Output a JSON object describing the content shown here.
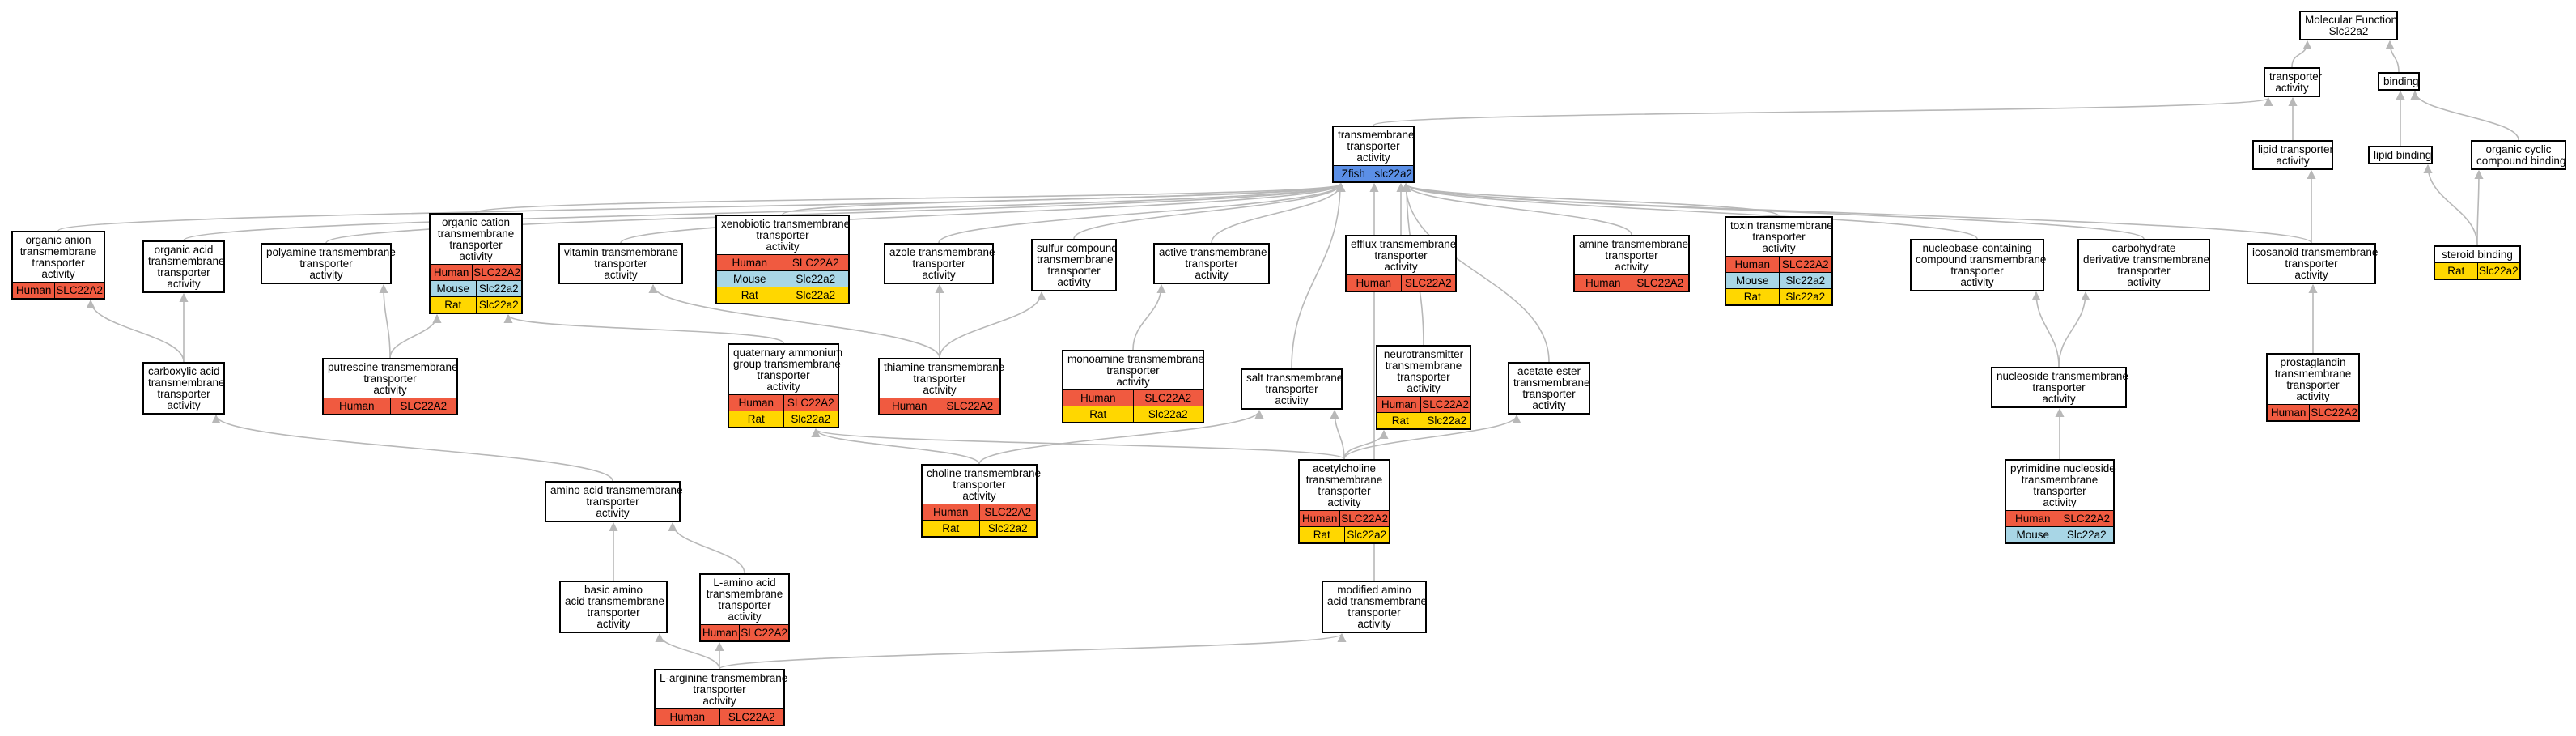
{
  "colors": {
    "Human": "#f05a40",
    "Mouse": "#a8d6e6",
    "Rat": "#ffd700",
    "Zfish": "#5b8fe6",
    "edge": "#b8b8b8"
  },
  "nodes": [
    {
      "id": "mf",
      "label": [
        "Molecular Function",
        "Slc22a2"
      ]
    },
    {
      "id": "ta",
      "label": [
        "transporter",
        "activity"
      ]
    },
    {
      "id": "bind",
      "label": [
        "binding"
      ]
    },
    {
      "id": "tta",
      "label": [
        "transmembrane",
        "transporter",
        "activity"
      ],
      "rows": [
        [
          "Zfish",
          "slc22a2"
        ]
      ]
    },
    {
      "id": "lta",
      "label": [
        "lipid transporter",
        "activity"
      ]
    },
    {
      "id": "lb",
      "label": [
        "lipid binding"
      ]
    },
    {
      "id": "occb",
      "label": [
        "organic cyclic",
        "compound binding"
      ]
    },
    {
      "id": "oan",
      "label": [
        "organic anion",
        "transmembrane",
        "transporter",
        "activity"
      ],
      "rows": [
        [
          "Human",
          "SLC22A2"
        ]
      ]
    },
    {
      "id": "oac",
      "label": [
        "organic acid",
        "transmembrane",
        "transporter",
        "activity"
      ]
    },
    {
      "id": "poly",
      "label": [
        "polyamine transmembrane",
        "transporter",
        "activity"
      ]
    },
    {
      "id": "oca",
      "label": [
        "organic cation",
        "transmembrane",
        "transporter",
        "activity"
      ],
      "rows": [
        [
          "Human",
          "SLC22A2"
        ],
        [
          "Mouse",
          "Slc22a2"
        ],
        [
          "Rat",
          "Slc22a2"
        ]
      ]
    },
    {
      "id": "vit",
      "label": [
        "vitamin transmembrane",
        "transporter",
        "activity"
      ]
    },
    {
      "id": "xen",
      "label": [
        "xenobiotic transmembrane",
        "transporter",
        "activity"
      ],
      "rows": [
        [
          "Human",
          "SLC22A2"
        ],
        [
          "Mouse",
          "Slc22a2"
        ],
        [
          "Rat",
          "Slc22a2"
        ]
      ]
    },
    {
      "id": "azo",
      "label": [
        "azole transmembrane",
        "transporter",
        "activity"
      ]
    },
    {
      "id": "sul",
      "label": [
        "sulfur compound",
        "transmembrane",
        "transporter",
        "activity"
      ]
    },
    {
      "id": "act",
      "label": [
        "active transmembrane",
        "transporter",
        "activity"
      ]
    },
    {
      "id": "eff",
      "label": [
        "efflux transmembrane",
        "transporter",
        "activity"
      ],
      "rows": [
        [
          "Human",
          "SLC22A2"
        ]
      ]
    },
    {
      "id": "ami",
      "label": [
        "amine transmembrane",
        "transporter",
        "activity"
      ],
      "rows": [
        [
          "Human",
          "SLC22A2"
        ]
      ]
    },
    {
      "id": "tox",
      "label": [
        "toxin transmembrane",
        "transporter",
        "activity"
      ],
      "rows": [
        [
          "Human",
          "SLC22A2"
        ],
        [
          "Mouse",
          "Slc22a2"
        ],
        [
          "Rat",
          "Slc22a2"
        ]
      ]
    },
    {
      "id": "nbc",
      "label": [
        "nucleobase-containing",
        "compound transmembrane",
        "transporter",
        "activity"
      ]
    },
    {
      "id": "cdt",
      "label": [
        "carbohydrate",
        "derivative transmembrane",
        "transporter",
        "activity"
      ]
    },
    {
      "id": "ico",
      "label": [
        "icosanoid transmembrane",
        "transporter",
        "activity"
      ]
    },
    {
      "id": "ster",
      "label": [
        "steroid binding"
      ],
      "rows": [
        [
          "Rat",
          "Slc22a2"
        ]
      ]
    },
    {
      "id": "carb",
      "label": [
        "carboxylic acid",
        "transmembrane",
        "transporter",
        "activity"
      ]
    },
    {
      "id": "put",
      "label": [
        "putrescine transmembrane",
        "transporter",
        "activity"
      ],
      "rows": [
        [
          "Human",
          "SLC22A2"
        ]
      ]
    },
    {
      "id": "qam",
      "label": [
        "quaternary ammonium",
        "group transmembrane",
        "transporter",
        "activity"
      ],
      "rows": [
        [
          "Human",
          "SLC22A2"
        ],
        [
          "Rat",
          "Slc22a2"
        ]
      ]
    },
    {
      "id": "thi",
      "label": [
        "thiamine transmembrane",
        "transporter",
        "activity"
      ],
      "rows": [
        [
          "Human",
          "SLC22A2"
        ]
      ]
    },
    {
      "id": "mono",
      "label": [
        "monoamine transmembrane",
        "transporter",
        "activity"
      ],
      "rows": [
        [
          "Human",
          "SLC22A2"
        ],
        [
          "Rat",
          "Slc22a2"
        ]
      ]
    },
    {
      "id": "salt",
      "label": [
        "salt transmembrane",
        "transporter",
        "activity"
      ]
    },
    {
      "id": "neu",
      "label": [
        "neurotransmitter",
        "transmembrane",
        "transporter",
        "activity"
      ],
      "rows": [
        [
          "Human",
          "SLC22A2"
        ],
        [
          "Rat",
          "Slc22a2"
        ]
      ]
    },
    {
      "id": "ace",
      "label": [
        "acetate ester",
        "transmembrane",
        "transporter",
        "activity"
      ]
    },
    {
      "id": "nuc",
      "label": [
        "nucleoside transmembrane",
        "transporter",
        "activity"
      ]
    },
    {
      "id": "pro",
      "label": [
        "prostaglandin",
        "transmembrane",
        "transporter",
        "activity"
      ],
      "rows": [
        [
          "Human",
          "SLC22A2"
        ]
      ]
    },
    {
      "id": "aa",
      "label": [
        "amino acid transmembrane",
        "transporter",
        "activity"
      ]
    },
    {
      "id": "cho",
      "label": [
        "choline transmembrane",
        "transporter",
        "activity"
      ],
      "rows": [
        [
          "Human",
          "SLC22A2"
        ],
        [
          "Rat",
          "Slc22a2"
        ]
      ]
    },
    {
      "id": "acc",
      "label": [
        "acetylcholine",
        "transmembrane",
        "transporter",
        "activity"
      ],
      "rows": [
        [
          "Human",
          "SLC22A2"
        ],
        [
          "Rat",
          "Slc22a2"
        ]
      ]
    },
    {
      "id": "pyr",
      "label": [
        "pyrimidine nucleoside",
        "transmembrane",
        "transporter",
        "activity"
      ],
      "rows": [
        [
          "Human",
          "SLC22A2"
        ],
        [
          "Mouse",
          "Slc22a2"
        ]
      ]
    },
    {
      "id": "bas",
      "label": [
        "basic amino",
        "acid transmembrane",
        "transporter",
        "activity"
      ]
    },
    {
      "id": "lam",
      "label": [
        "L-amino acid",
        "transmembrane",
        "transporter",
        "activity"
      ],
      "rows": [
        [
          "Human",
          "SLC22A2"
        ]
      ]
    },
    {
      "id": "mod",
      "label": [
        "modified amino",
        "acid transmembrane",
        "transporter",
        "activity"
      ]
    },
    {
      "id": "larg",
      "label": [
        "L-arginine transmembrane",
        "transporter",
        "activity"
      ],
      "rows": [
        [
          "Human",
          "SLC22A2"
        ]
      ]
    }
  ],
  "edges": [
    {
      "from": "ta",
      "to": "mf"
    },
    {
      "from": "bind",
      "to": "mf"
    },
    {
      "from": "tta",
      "to": "ta"
    },
    {
      "from": "lta",
      "to": "ta"
    },
    {
      "from": "lb",
      "to": "bind"
    },
    {
      "from": "occb",
      "to": "bind"
    },
    {
      "from": "ico",
      "to": "lta"
    },
    {
      "from": "ster",
      "to": "lb"
    },
    {
      "from": "ster",
      "to": "occb"
    },
    {
      "from": "oan",
      "to": "tta"
    },
    {
      "from": "oac",
      "to": "tta"
    },
    {
      "from": "poly",
      "to": "tta"
    },
    {
      "from": "oca",
      "to": "tta"
    },
    {
      "from": "vit",
      "to": "tta"
    },
    {
      "from": "xen",
      "to": "tta"
    },
    {
      "from": "azo",
      "to": "tta"
    },
    {
      "from": "sul",
      "to": "tta"
    },
    {
      "from": "act",
      "to": "tta"
    },
    {
      "from": "eff",
      "to": "tta"
    },
    {
      "from": "ami",
      "to": "tta"
    },
    {
      "from": "tox",
      "to": "tta"
    },
    {
      "from": "nbc",
      "to": "tta"
    },
    {
      "from": "cdt",
      "to": "tta"
    },
    {
      "from": "ico",
      "to": "tta"
    },
    {
      "from": "salt",
      "to": "tta"
    },
    {
      "from": "neu",
      "to": "tta"
    },
    {
      "from": "ace",
      "to": "tta"
    },
    {
      "from": "mod",
      "to": "tta"
    },
    {
      "from": "carb",
      "to": "oan"
    },
    {
      "from": "carb",
      "to": "oac"
    },
    {
      "from": "put",
      "to": "poly"
    },
    {
      "from": "put",
      "to": "oca"
    },
    {
      "from": "qam",
      "to": "oca"
    },
    {
      "from": "thi",
      "to": "vit"
    },
    {
      "from": "thi",
      "to": "azo"
    },
    {
      "from": "thi",
      "to": "sul"
    },
    {
      "from": "mono",
      "to": "act"
    },
    {
      "from": "pro",
      "to": "ico"
    },
    {
      "from": "nuc",
      "to": "nbc"
    },
    {
      "from": "nuc",
      "to": "cdt"
    },
    {
      "from": "pyr",
      "to": "nuc"
    },
    {
      "from": "aa",
      "to": "carb"
    },
    {
      "from": "cho",
      "to": "qam"
    },
    {
      "from": "cho",
      "to": "salt"
    },
    {
      "from": "acc",
      "to": "qam"
    },
    {
      "from": "acc",
      "to": "salt"
    },
    {
      "from": "acc",
      "to": "neu"
    },
    {
      "from": "acc",
      "to": "ace"
    },
    {
      "from": "bas",
      "to": "aa"
    },
    {
      "from": "lam",
      "to": "aa"
    },
    {
      "from": "larg",
      "to": "bas"
    },
    {
      "from": "larg",
      "to": "lam"
    },
    {
      "from": "larg",
      "to": "mod"
    }
  ]
}
